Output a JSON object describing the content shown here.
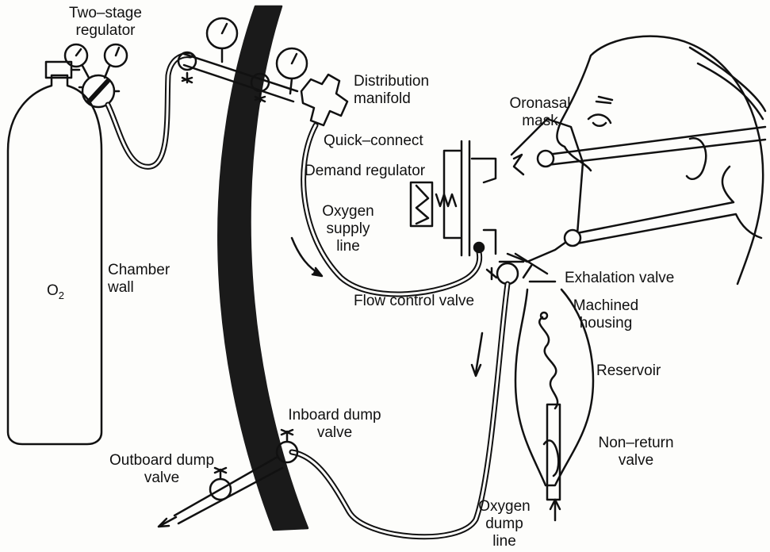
{
  "labels": {
    "regulator": "Two–stage\nregulator",
    "manifold": "Distribution\nmanifold",
    "mask": "Oronasal\nmask",
    "quick_connect": "Quick–connect",
    "demand_regulator": "Demand regulator",
    "supply_line": "Oxygen\nsupply\nline",
    "chamber_wall": "Chamber\nwall",
    "cylinder_main": "O",
    "cylinder_sub": "2",
    "exhalation_valve": "Exhalation valve",
    "flow_control_valve": "Flow control valve",
    "housing": "Machined\nhousing",
    "reservoir": "Reservoir",
    "non_return_valve": "Non–return\nvalve",
    "inboard_dump_valve": "Inboard dump\nvalve",
    "outboard_dump_valve": "Outboard dump\nvalve",
    "dump_line": "Oxygen\ndump\nline"
  },
  "colors": {
    "ink": "#111111",
    "wall": "#1a1a1a",
    "background": "#fdfdfb"
  }
}
